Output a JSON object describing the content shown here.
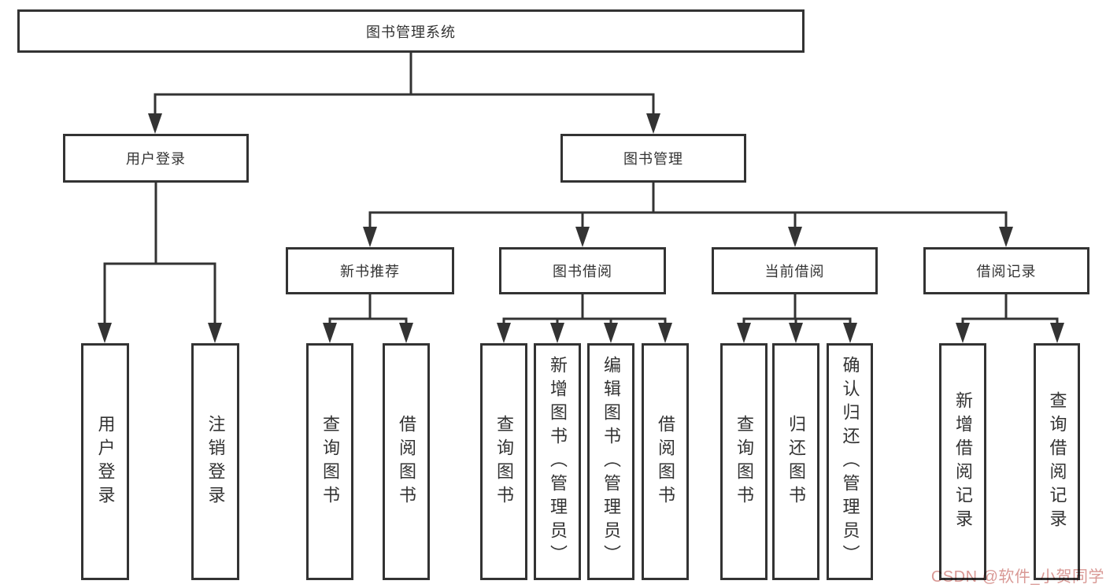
{
  "diagram": {
    "root": {
      "label": "图书管理系统"
    },
    "level2": [
      {
        "label": "用户登录"
      },
      {
        "label": "图书管理"
      }
    ],
    "level3": [
      {
        "label": "新书推荐"
      },
      {
        "label": "图书借阅"
      },
      {
        "label": "当前借阅"
      },
      {
        "label": "借阅记录"
      }
    ],
    "leaves": {
      "user_login": [
        "用户登录",
        "注销登录"
      ],
      "new_books": [
        "查询图书",
        "借阅图书"
      ],
      "borrowing": [
        "查询图书",
        "新增图书（管理员）",
        "编辑图书（管理员）",
        "借阅图书"
      ],
      "current": [
        "查询图书",
        "归还图书",
        "确认归还（管理员）"
      ],
      "records": [
        "新增借阅记录",
        "查询借阅记录"
      ]
    },
    "colors": {
      "line": "#333333",
      "text": "#333333",
      "watermark": "#d28782"
    }
  },
  "watermark": {
    "text": "CSDN @软件_小贺同学"
  }
}
